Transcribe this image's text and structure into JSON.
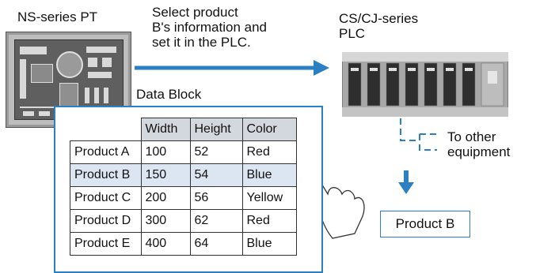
{
  "labels": {
    "pt": "NS-series PT",
    "instruction_line1": "Select product",
    "instruction_line2": "B's information and",
    "instruction_line3": "set it in the PLC.",
    "plc_line1": "CS/CJ-series",
    "plc_line2": "PLC",
    "data_block": "Data Block",
    "to_other_line1": "To other",
    "to_other_line2": "equipment",
    "result": "Product B"
  },
  "table": {
    "headers": [
      "",
      "Width",
      "Height",
      "Color"
    ],
    "rows": [
      [
        "Product A",
        "100",
        "52",
        "Red"
      ],
      [
        "Product B",
        "150",
        "54",
        "Blue"
      ],
      [
        "Product C",
        "200",
        "56",
        "Yellow"
      ],
      [
        "Product D",
        "300",
        "62",
        "Red"
      ],
      [
        "Product E",
        "400",
        "64",
        "Blue"
      ]
    ],
    "selected_row": 1
  },
  "colors": {
    "accent": "#2b80c3",
    "selected_row": "#dce6f2",
    "header_bg": "#d3d8df"
  }
}
